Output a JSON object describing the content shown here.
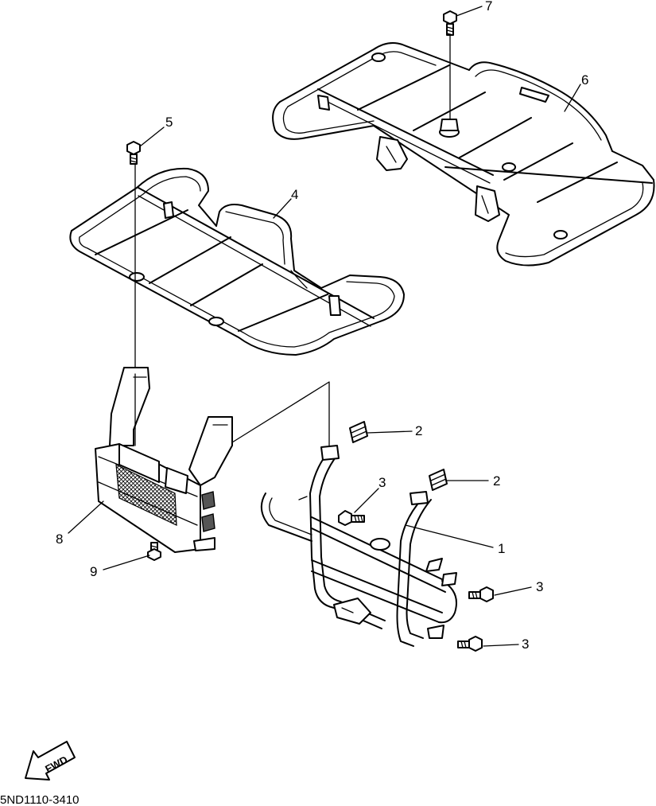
{
  "callouts": [
    {
      "id": "1",
      "label": "1"
    },
    {
      "id": "2a",
      "label": "2"
    },
    {
      "id": "2b",
      "label": "2"
    },
    {
      "id": "3a",
      "label": "3"
    },
    {
      "id": "3b",
      "label": "3"
    },
    {
      "id": "3c",
      "label": "3"
    },
    {
      "id": "4",
      "label": "4"
    },
    {
      "id": "5",
      "label": "5"
    },
    {
      "id": "6",
      "label": "6"
    },
    {
      "id": "7",
      "label": "7"
    },
    {
      "id": "8",
      "label": "8"
    },
    {
      "id": "9",
      "label": "9"
    }
  ],
  "direction_badge": "FWD",
  "drawing_code": "5ND1110-3410"
}
